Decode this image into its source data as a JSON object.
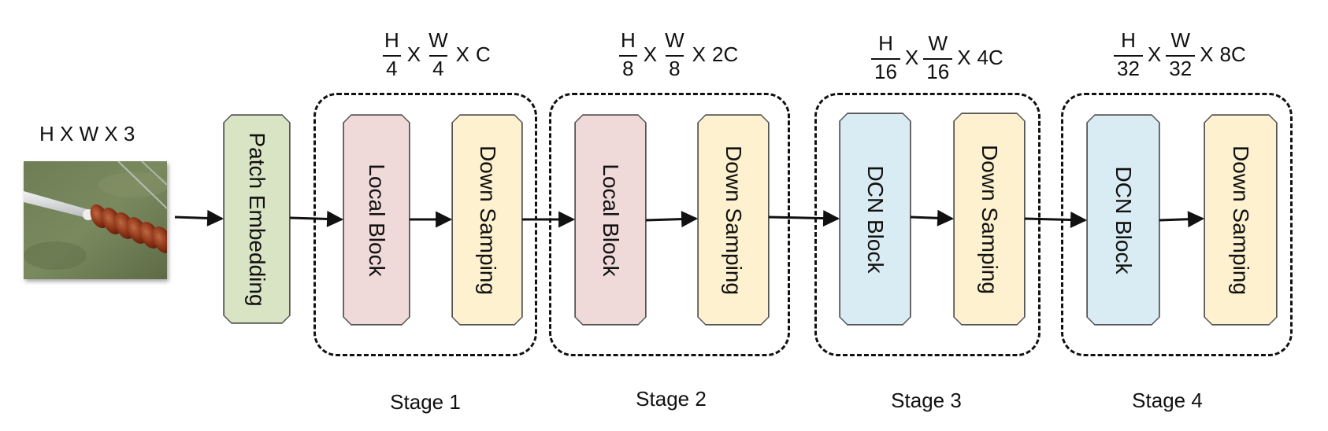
{
  "input": {
    "dims_label": "H X W X 3",
    "image_alt": "porcelain insulator photo"
  },
  "blocks": [
    {
      "id": "patch-embedding",
      "label": "Patch Embedding",
      "color": "#d9e4c4"
    },
    {
      "id": "stage1-local-block",
      "label": "Local Block",
      "color": "#efd9d9"
    },
    {
      "id": "stage1-down-sampling",
      "label": "Down Samping",
      "color": "#fdf1cf"
    },
    {
      "id": "stage2-local-block",
      "label": "Local Block",
      "color": "#efd9d9"
    },
    {
      "id": "stage2-down-sampling",
      "label": "Down Samping",
      "color": "#fdf1cf"
    },
    {
      "id": "stage3-dcn-block",
      "label": "DCN Block",
      "color": "#d9ebf3"
    },
    {
      "id": "stage3-down-sampling",
      "label": "Down Samping",
      "color": "#fdf1cf"
    },
    {
      "id": "stage4-dcn-block",
      "label": "DCN Block",
      "color": "#d9ebf3"
    },
    {
      "id": "stage4-down-sampling",
      "label": "Down Samping",
      "color": "#fdf1cf"
    }
  ],
  "stages": [
    {
      "label": "Stage 1",
      "dims": {
        "h_num": "H",
        "h_den": "4",
        "x1": "X",
        "w_num": "W",
        "w_den": "4",
        "x2": "X",
        "ch": "C"
      }
    },
    {
      "label": "Stage 2",
      "dims": {
        "h_num": "H",
        "h_den": "8",
        "x1": "X",
        "w_num": "W",
        "w_den": "8",
        "x2": "X",
        "ch": "2C"
      }
    },
    {
      "label": "Stage 3",
      "dims": {
        "h_num": "H",
        "h_den": "16",
        "x1": "X",
        "w_num": "W",
        "w_den": "16",
        "x2": "X",
        "ch": "4C"
      }
    },
    {
      "label": "Stage 4",
      "dims": {
        "h_num": "H",
        "h_den": "32",
        "x1": "X",
        "w_num": "W",
        "w_den": "32",
        "x2": "X",
        "ch": "8C"
      }
    }
  ]
}
